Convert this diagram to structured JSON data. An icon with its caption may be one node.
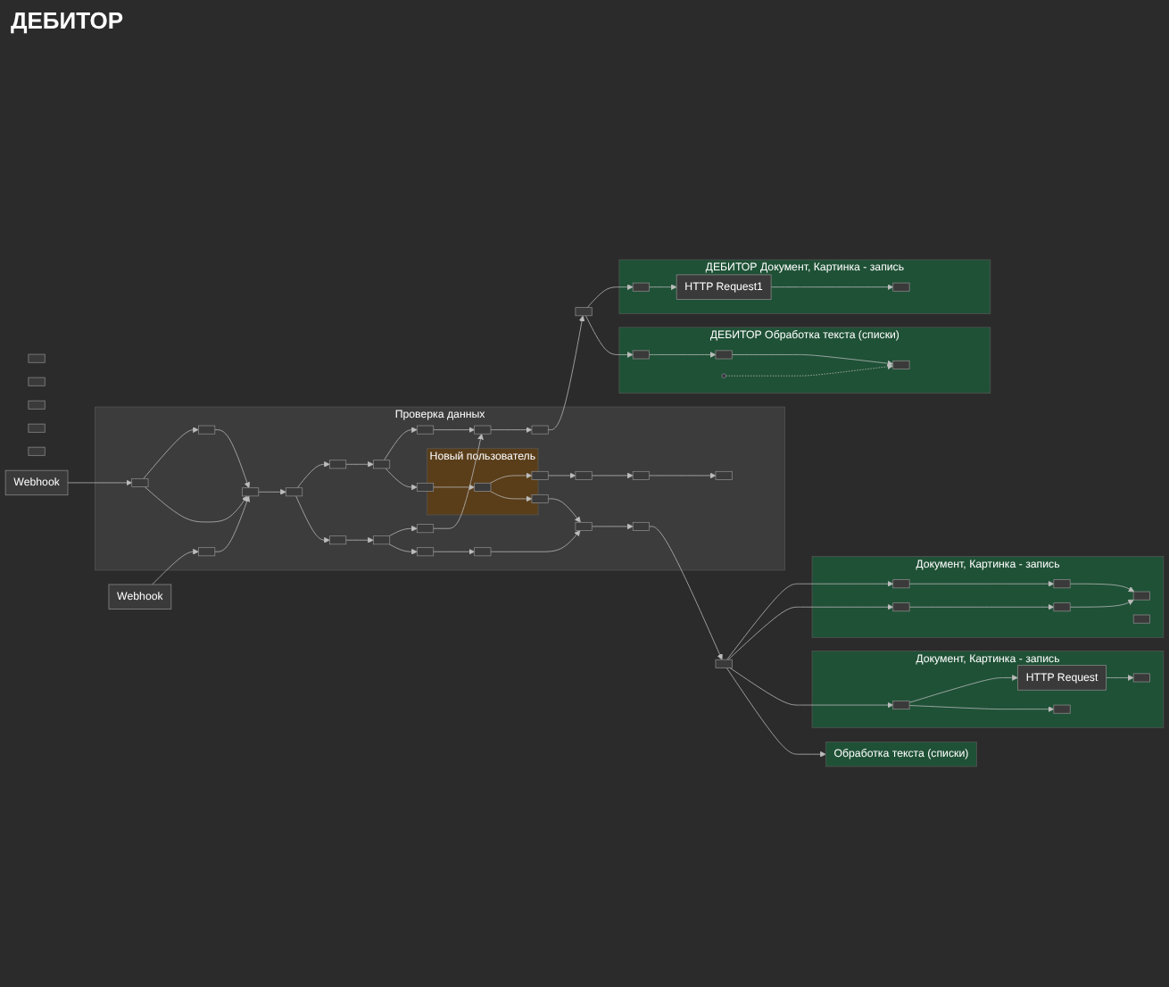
{
  "diagram": {
    "nodes": [
      {
        "text": [
          "Проверка данных"
        ]
      },
      {
        "text": [],
        "shape": "box"
      },
      {
        "text": [],
        "shape": "box"
      },
      {
        "text": [],
        "shape": "box"
      },
      {
        "text": [],
        "shape": "box"
      },
      {
        "text": [],
        "shape": "box"
      },
      {
        "text": [
          "Webhook"
        ]
      },
      {
        "text": [
          "Webhook"
        ]
      },
      {
        "text": [],
        "shape": "box",
        "in": 0
      },
      {
        "text": [],
        "shape": "box",
        "in": 0
      },
      {
        "text": [],
        "shape": "box",
        "in": 0
      },
      {
        "text": [],
        "shape": "box",
        "in": 0
      },
      {
        "text": [],
        "shape": "box",
        "in": 0
      },
      {
        "text": [],
        "shape": "box",
        "in": 0
      },
      {
        "text": [],
        "shape": "box",
        "in": 0
      },
      {
        "text": [],
        "shape": "box",
        "in": 0
      },
      {
        "text": [],
        "shape": "box",
        "in": 0
      },
      {
        "text": [],
        "shape": "box",
        "in": 0
      },
      {
        "text": [],
        "shape": "box",
        "in": 0
      },
      {
        "text": [],
        "shape": "box",
        "in": 0
      },
      {
        "text": [],
        "shape": "box",
        "in": 0
      },
      {
        "text": [],
        "shape": "box",
        "in": 0
      },
      {
        "text": [],
        "shape": "box",
        "in": 0
      },
      {
        "text": [],
        "shape": "box",
        "in": 0
      },
      {
        "text": [
          "Новый пользователь"
        ],
        "in": 0
      },
      {
        "text": [],
        "shape": "box",
        "in": 24
      },
      {
        "text": [],
        "shape": "box",
        "in": 0
      },
      {
        "text": [],
        "shape": "box",
        "in": 0
      },
      {
        "text": [],
        "shape": "box",
        "in": 0
      },
      {
        "text": [],
        "shape": "box",
        "in": 0
      },
      {
        "text": [],
        "shape": "box",
        "in": 0
      },
      {
        "text": [],
        "shape": "box",
        "in": 0
      },
      {
        "text": [],
        "shape": "box",
        "in": 0
      },
      {
        "text": [],
        "shape": "box"
      },
      {
        "text": [],
        "shape": "box"
      },
      {
        "text": [
          "ДЕБИТОР Документ, Картинка - запись"
        ]
      },
      {
        "text": [],
        "shape": "box",
        "in": 35
      },
      {
        "text": [
          "HTTP Request1"
        ],
        "in": 35
      },
      {
        "text": [],
        "shape": "box",
        "in": 35
      },
      {
        "text": [
          "ДЕБИТОР Обработка текста (списки)"
        ]
      },
      {
        "text": [],
        "shape": "box",
        "in": 39
      },
      {
        "text": [],
        "shape": "box",
        "in": 39
      },
      {
        "text": [],
        "shape": "box",
        "in": 39
      },
      {
        "text": [],
        "shape": "circle",
        "in": 39
      },
      {
        "text": [
          "Документ, Картинка - запись"
        ]
      },
      {
        "text": [],
        "shape": "box",
        "in": 44
      },
      {
        "text": [],
        "shape": "box",
        "in": 44
      },
      {
        "text": [],
        "shape": "box",
        "in": 44
      },
      {
        "text": [],
        "shape": "box",
        "in": 44
      },
      {
        "text": [],
        "shape": "box",
        "in": 44
      },
      {
        "text": [],
        "shape": "box",
        "in": 44
      },
      {
        "text": [
          "Документ, Картинка - запись"
        ]
      },
      {
        "text": [],
        "shape": "box",
        "in": 51
      },
      {
        "text": [
          "HTTP Request"
        ],
        "in": 51
      },
      {
        "text": [],
        "shape": "box",
        "in": 51
      },
      {
        "text": [],
        "shape": "box",
        "in": 51
      },
      {
        "text": [
          "Обработка текста (списки)"
        ]
      }
    ],
    "edges": [
      {
        "from": 6,
        "to": 8,
        "arrow": "to"
      },
      {
        "from": 7,
        "to": 10,
        "arrow": "to"
      },
      {
        "from": 8,
        "to": 9,
        "arrow": "to"
      },
      {
        "from": 8,
        "to": 11,
        "arrow": "to"
      },
      {
        "from": 9,
        "to": 11,
        "arrow": "to"
      },
      {
        "from": 10,
        "to": 11,
        "arrow": "to"
      },
      {
        "from": 11,
        "to": 12,
        "arrow": "to"
      },
      {
        "from": 12,
        "to": 13,
        "arrow": "to"
      },
      {
        "from": 12,
        "to": 18,
        "arrow": "to"
      },
      {
        "from": 13,
        "to": 14,
        "arrow": "to"
      },
      {
        "from": 14,
        "to": 15,
        "arrow": "to"
      },
      {
        "from": 14,
        "to": 23,
        "arrow": "to"
      },
      {
        "from": 18,
        "to": 19,
        "arrow": "to"
      },
      {
        "from": 19,
        "to": 20,
        "arrow": "to"
      },
      {
        "from": 19,
        "to": 21,
        "arrow": "to"
      },
      {
        "from": 15,
        "to": 16,
        "arrow": "to"
      },
      {
        "from": 20,
        "to": 16,
        "arrow": "to"
      },
      {
        "from": 16,
        "to": 17,
        "arrow": "to"
      },
      {
        "from": 21,
        "to": 22,
        "arrow": "to"
      },
      {
        "from": 22,
        "to": 31,
        "arrow": "to"
      },
      {
        "from": 23,
        "to": 25,
        "arrow": "to"
      },
      {
        "from": 25,
        "to": 26,
        "arrow": "to"
      },
      {
        "from": 25,
        "to": 30,
        "arrow": "to"
      },
      {
        "from": 26,
        "to": 27,
        "arrow": "to"
      },
      {
        "from": 27,
        "to": 28,
        "arrow": "to"
      },
      {
        "from": 28,
        "to": 29,
        "arrow": "to"
      },
      {
        "from": 30,
        "to": 31,
        "arrow": "to"
      },
      {
        "from": 31,
        "to": 32,
        "arrow": "to"
      },
      {
        "from": 17,
        "to": 33,
        "arrow": "to"
      },
      {
        "from": 32,
        "to": 34,
        "arrow": "to"
      },
      {
        "from": 33,
        "to": 36,
        "arrow": "to"
      },
      {
        "from": 33,
        "to": 40,
        "arrow": "to"
      },
      {
        "from": 36,
        "to": 37,
        "arrow": "to"
      },
      {
        "from": 37,
        "to": 38,
        "arrow": "to"
      },
      {
        "from": 40,
        "to": 41,
        "arrow": "to"
      },
      {
        "from": 41,
        "to": 42,
        "arrow": "to"
      },
      {
        "from": 43,
        "to": 42,
        "arrow": "to",
        "style": "dashed"
      },
      {
        "from": 34,
        "to": 45,
        "arrow": "to"
      },
      {
        "from": 34,
        "to": 48,
        "arrow": "to"
      },
      {
        "from": 34,
        "to": 52,
        "arrow": "to"
      },
      {
        "from": 34,
        "to": 56,
        "arrow": "to"
      },
      {
        "from": 45,
        "to": 46,
        "arrow": "to"
      },
      {
        "from": 46,
        "to": 47,
        "arrow": "to"
      },
      {
        "from": 48,
        "to": 49,
        "arrow": "to"
      },
      {
        "from": 49,
        "to": 47,
        "arrow": "to"
      },
      {
        "from": 52,
        "to": 53,
        "arrow": "to"
      },
      {
        "from": 53,
        "to": 54,
        "arrow": "to"
      },
      {
        "from": 52,
        "to": 55,
        "arrow": "to"
      }
    ],
    "labels": [
      "ДЕБИТОР"
    ]
  }
}
